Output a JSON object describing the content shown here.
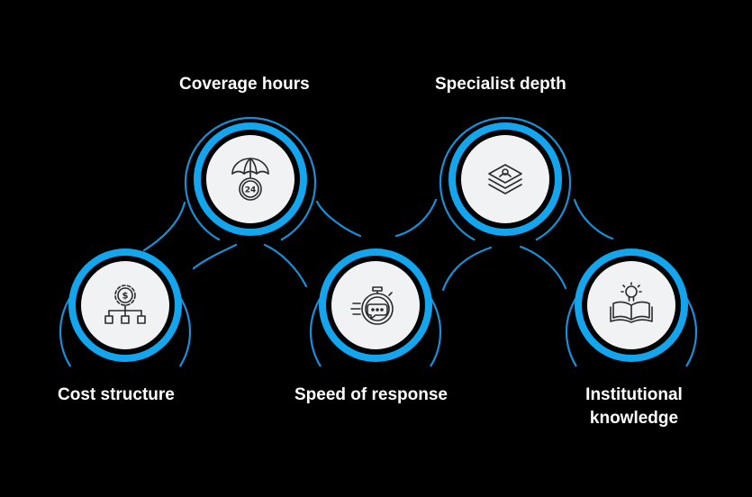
{
  "colors": {
    "background": "#000000",
    "accent": "#13a6ee",
    "ring_line": "#1b8fd6",
    "inner_disc": "#f0f2f4",
    "icon_stroke": "#2b2b2b",
    "text": "#ffffff"
  },
  "nodes": [
    {
      "id": "cost",
      "label_lines": [
        "Cost structure"
      ],
      "icon": "gear-dollar-hierarchy-icon"
    },
    {
      "id": "coverage",
      "label_lines": [
        "Coverage hours"
      ],
      "icon": "umbrella-24-hours-icon"
    },
    {
      "id": "speed",
      "label_lines": [
        "Speed of response"
      ],
      "icon": "stopwatch-chat-icon"
    },
    {
      "id": "specialist",
      "label_lines": [
        "Specialist depth"
      ],
      "icon": "layered-stack-icon"
    },
    {
      "id": "institutional",
      "label_lines": [
        "Institutional",
        "knowledge"
      ],
      "icon": "book-lightbulb-icon"
    }
  ]
}
